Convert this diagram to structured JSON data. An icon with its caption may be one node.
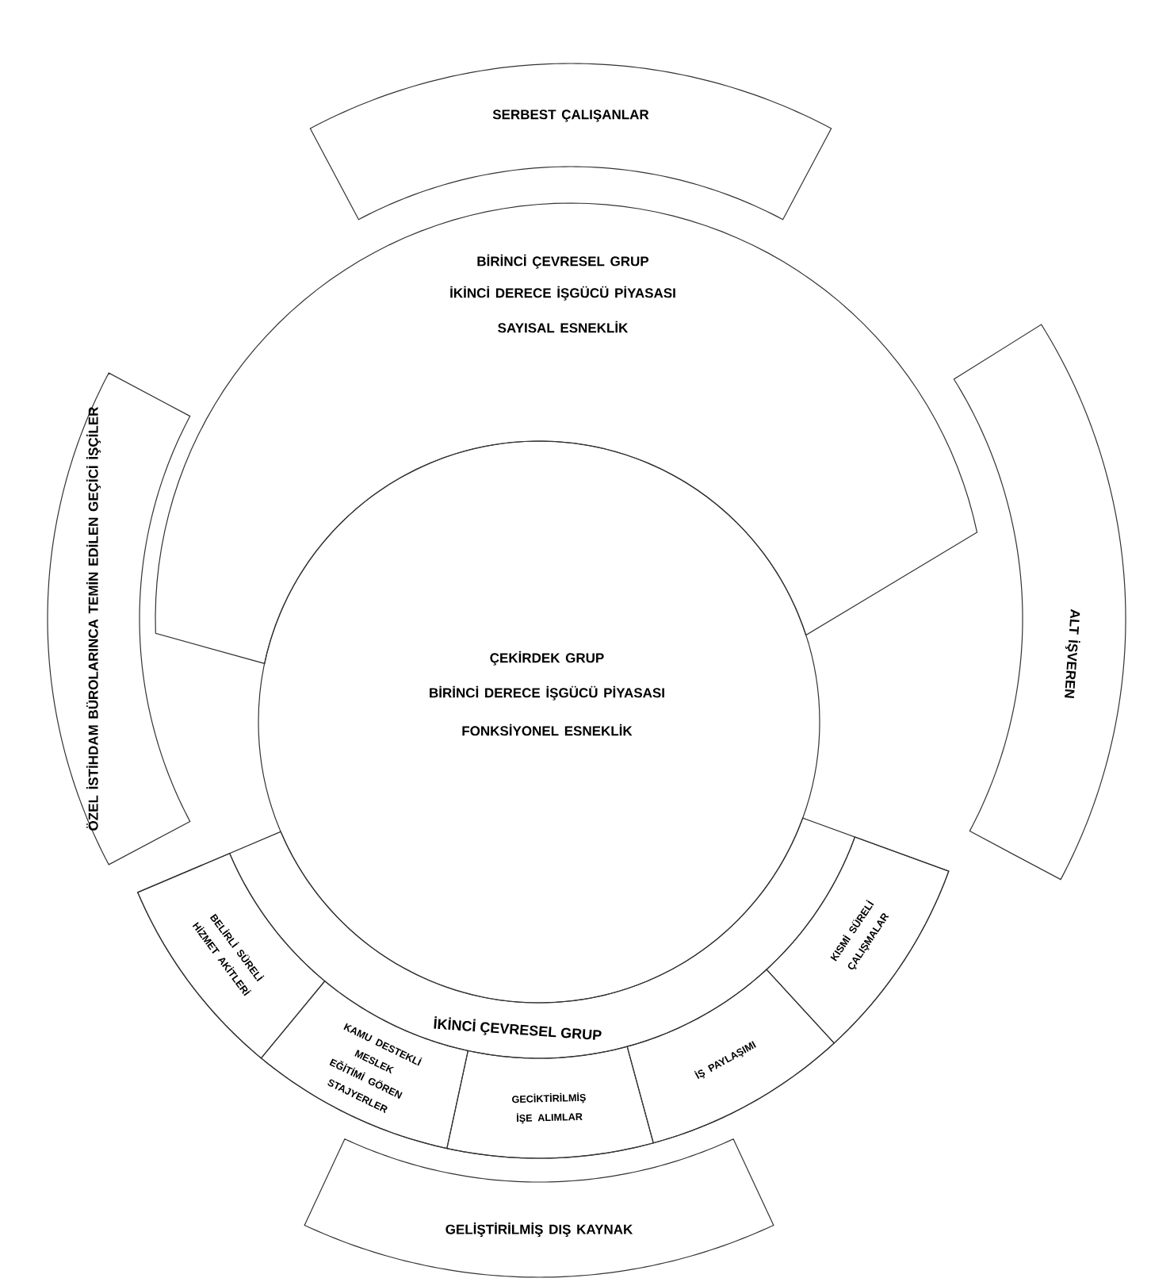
{
  "diagram": {
    "nodes": [
      {
        "text": [
          "BİRİNCİ ÇEVRESEL GRUP",
          "İKİNCİ DERECE İŞGÜCÜ PİYASASI",
          "SAYISAL ESNEKLİK"
        ]
      },
      {
        "text": [
          "ÇEKİRDEK GRUP",
          "BİRİNCİ DERECE İŞGÜCÜ PİYASASI",
          "FONKSİYONEL ESNEKLİK"
        ]
      },
      {
        "text": [
          "İKİNCİ ÇEVRESEL GRUP"
        ]
      },
      {
        "text": [
          "BELİRLİ SÜRELİ HİZMET AKİTLERİ"
        ],
        "in": 2
      },
      {
        "text": [
          "KAMU DESTEKLİ MESLEK EĞİTİMİ GÖREN STAJYERLER"
        ],
        "in": 2
      },
      {
        "text": [
          "GECİKTİRİLMİŞ İŞE ALIMLAR"
        ],
        "in": 2
      },
      {
        "text": [
          "İŞ PAYLAŞIMI"
        ],
        "in": 2
      },
      {
        "text": [
          "KISMİ SÜRELİ ÇALIŞMALAR"
        ],
        "in": 2
      },
      {
        "text": [
          "SERBEST ÇALIŞANLAR"
        ]
      },
      {
        "text": [
          "ÖZEL İSTİHDAM BÜROLARINCA TEMİN EDİLEN GEÇİCİ İŞÇİLER"
        ]
      },
      {
        "text": [
          "ALT İŞVEREN"
        ]
      },
      {
        "text": [
          "GELİŞTİRİLMİŞ DIŞ KAYNAK"
        ]
      }
    ]
  }
}
